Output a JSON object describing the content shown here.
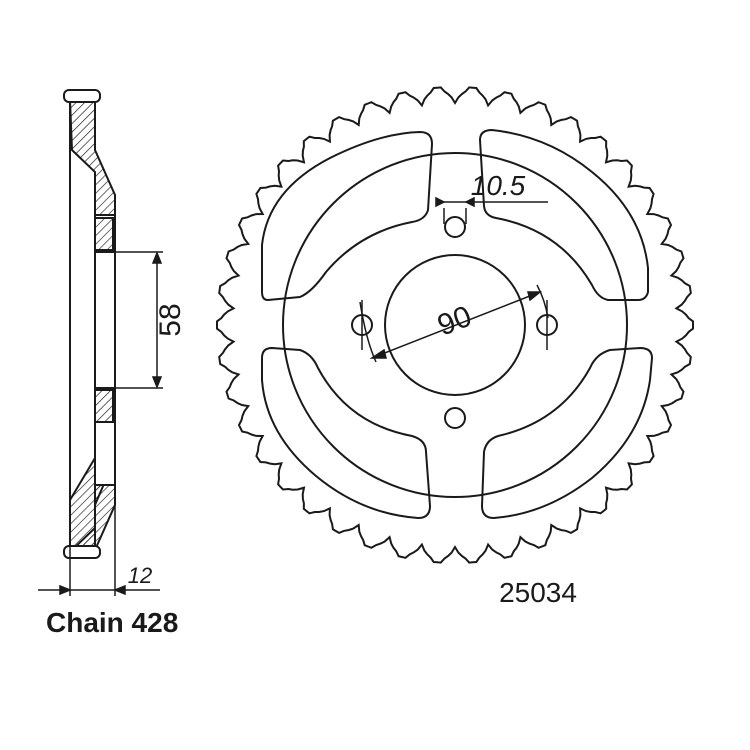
{
  "drawing": {
    "teeth_count": 42,
    "line_color": "#1a1a1a",
    "background": "#ffffff"
  },
  "dimensions": {
    "hole_spacing": "10.5",
    "bolt_circle": "90",
    "hub_width": "58",
    "thickness": "12"
  },
  "labels": {
    "chain": "Chain 428",
    "part_number": "25034"
  }
}
